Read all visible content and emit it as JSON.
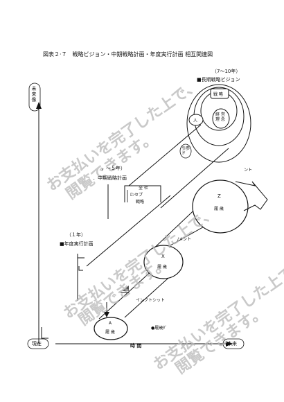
{
  "figure": {
    "title": "図表２·７　戦略ビジョン・中期戦略計画・年度実行計画 相互関連図"
  },
  "axes": {
    "y_label": "未来像",
    "origin_label": "現在",
    "x_end_label": "未来",
    "x_label": "時 間"
  },
  "long_term": {
    "period": "（7～10年）",
    "header": "■長期戦略ビジョン",
    "circle_strategy": "戦 略",
    "circle_person": "人",
    "circle_philosophy": "経 営\n理 念",
    "circle_fragment": "引参\nド"
  },
  "mid_term": {
    "period": "，～５年）",
    "header": "．中期戦略計画",
    "box_line1": "全 社",
    "box_line2": "ﾛﾝセプ",
    "box_line3": "戦略"
  },
  "annual": {
    "period": "（１年）",
    "header": "■年度実行計画"
  },
  "nodes": {
    "a_label": "A",
    "a_sub": "履 歳",
    "x_label": "X",
    "x_sub": "履 歳",
    "z_label": "Z",
    "z_sub": "履 歳"
  },
  "annotations": {
    "impact": "インクトシット",
    "comment_mid": "/メント",
    "comment_top": "ント",
    "legend": "●履歳ﾀﾞ"
  },
  "watermark": {
    "line1": "お支払いを完了した上で、",
    "line2": "閲覧できます。"
  }
}
